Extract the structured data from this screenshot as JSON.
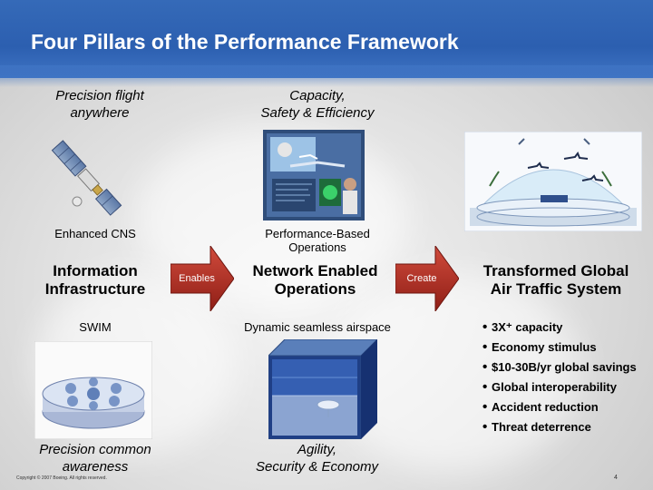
{
  "title": "Four Pillars of the Performance Framework",
  "left_column": {
    "top_caption": [
      "Precision flight",
      "anywhere"
    ],
    "image_caption": "Enhanced CNS",
    "heading": [
      "Information",
      "Infrastructure"
    ],
    "sub": "SWIM",
    "bottom_caption": [
      "Precision common",
      "awareness"
    ],
    "satellite_icon": "satellite-icon",
    "swim_icon": "swim-network-icon"
  },
  "middle_column": {
    "top_caption": [
      "Capacity,",
      "Safety & Efficiency"
    ],
    "image_caption": [
      "Performance-Based",
      "Operations"
    ],
    "heading": [
      "Network Enabled",
      "Operations"
    ],
    "sub": "Dynamic seamless airspace",
    "bottom_caption": [
      "Agility,",
      "Security & Economy"
    ],
    "ops_icon": "operations-center-icon",
    "airspace_icon": "airspace-cube-icon"
  },
  "arrows": {
    "enables": "Enables",
    "create": "Create"
  },
  "right_column": {
    "heading": [
      "Transformed Global",
      "Air Traffic System"
    ],
    "bullets": [
      "3X⁺ capacity",
      "Economy stimulus",
      "$10-30B/yr global savings",
      "Global interoperability",
      "Accident reduction",
      "Threat deterrence"
    ],
    "system_icon": "global-air-traffic-icon"
  },
  "footer": {
    "copyright": "Copyright © 2007 Boeing. All rights reserved.",
    "page": "4"
  },
  "colors": {
    "header": "#2c5fb0",
    "arrow": "#c0392b",
    "arrow_dark": "#8e1e16"
  }
}
